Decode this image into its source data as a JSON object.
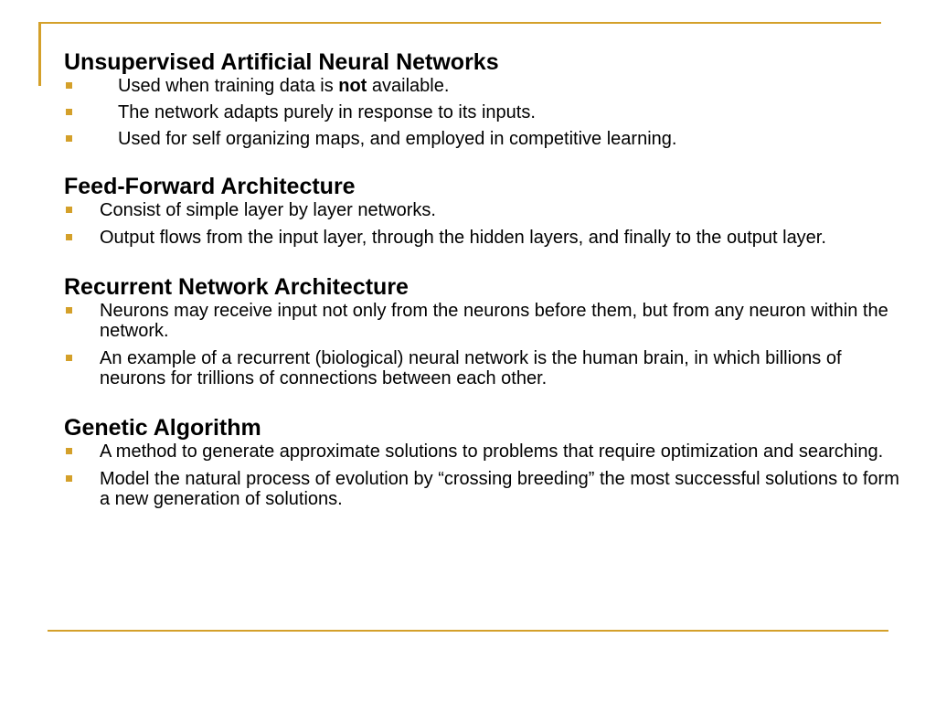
{
  "colors": {
    "accent": "#D4A02A",
    "text": "#000000",
    "background": "#FFFFFF"
  },
  "sections": [
    {
      "heading": "Unsupervised Artificial Neural Networks",
      "bullets": [
        {
          "before": "Used when training data is ",
          "bold": "not",
          "after": " available."
        },
        {
          "before": "The network adapts purely in response to its inputs.",
          "bold": "",
          "after": ""
        },
        {
          "before": "Used for self organizing maps, and employed in competitive learning.",
          "bold": "",
          "after": ""
        }
      ]
    },
    {
      "heading": "Feed-Forward Architecture",
      "bullets": [
        {
          "before": "Consist of simple layer by layer networks.",
          "bold": "",
          "after": ""
        },
        {
          "before": "Output flows from the input layer, through the hidden layers, and finally to the output layer.",
          "bold": "",
          "after": ""
        }
      ]
    },
    {
      "heading": "Recurrent Network Architecture",
      "bullets": [
        {
          "before": "Neurons may receive input not only from the neurons before them, but from any neuron within the network.",
          "bold": "",
          "after": ""
        },
        {
          "before": "An example of a recurrent (biological) neural network is the human brain, in which billions of neurons for trillions of connections between each other.",
          "bold": "",
          "after": ""
        }
      ]
    },
    {
      "heading": "Genetic Algorithm",
      "bullets": [
        {
          "before": "A method to generate approximate solutions to problems that require optimization and searching.",
          "bold": "",
          "after": ""
        },
        {
          "before": "Model the natural process of evolution by “crossing breeding” the most successful solutions to form a new generation of solutions.",
          "bold": "",
          "after": ""
        }
      ]
    }
  ]
}
